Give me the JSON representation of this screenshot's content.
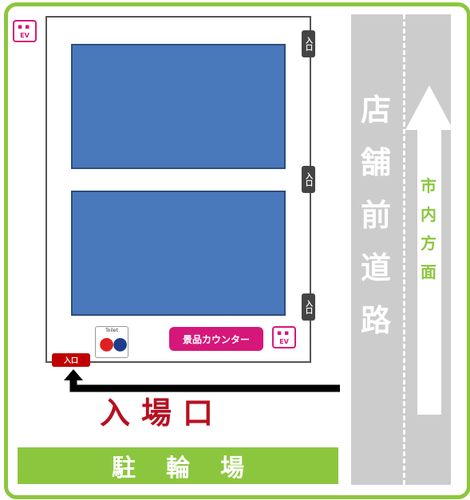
{
  "colors": {
    "accent_green": "#8cc63f",
    "floor_blue": "#4a79bb",
    "counter_magenta": "#d6177a",
    "entry_red": "#c00000",
    "road_gray": "#cccccc"
  },
  "icons": [
    "ev-charger-icon",
    "toilet-icon",
    "arrow-icon"
  ],
  "doors": [
    "入口",
    "入口",
    "入口"
  ],
  "ev_label": "EV",
  "toilet_label": "Toilet",
  "prize_counter": "景品カウンター",
  "main_entry_tag": "入口",
  "entrance_label": "入場口",
  "bicycle_parking": "駐輪場",
  "road_name": "店舗前道路",
  "direction_label": "市内方面"
}
